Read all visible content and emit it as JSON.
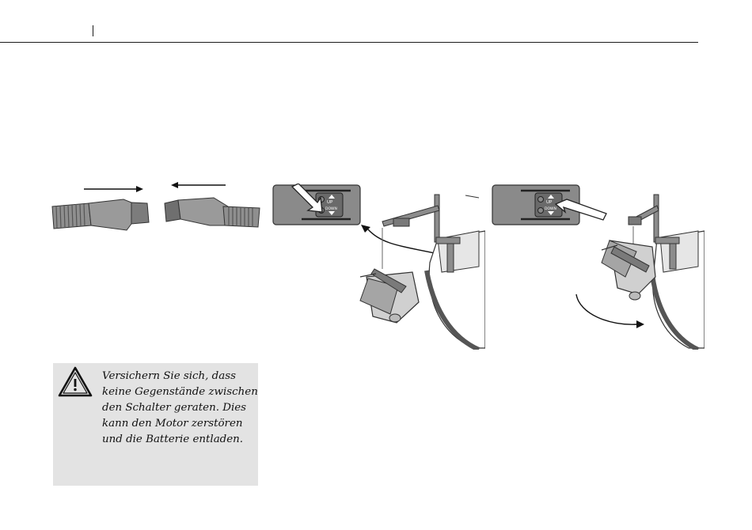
{
  "page": {
    "header": {
      "rule": true
    }
  },
  "figures": {
    "plug": {
      "icon": "plug-connector-icon"
    },
    "panel_up": {
      "icon": "trim-up-illustration",
      "switch": {
        "up_label": "UP",
        "down_label": "DOWN"
      }
    },
    "panel_down": {
      "icon": "trim-down-illustration",
      "switch": {
        "up_label": "UP",
        "down_label": "DOWN"
      }
    }
  },
  "warning": {
    "icon": "warning-triangle-icon",
    "lines": [
      "Versichern Sie sich, dass",
      "keine Gegenstände zwischen",
      "den Schalter geraten. Dies",
      "kann den Motor zerstören",
      "und die Batterie entladen."
    ]
  },
  "colors": {
    "rule": "#1a1a1a",
    "warning_bg": "#e3e3e3",
    "panel": "#8a8a8a",
    "accent_white": "#ffffff"
  }
}
